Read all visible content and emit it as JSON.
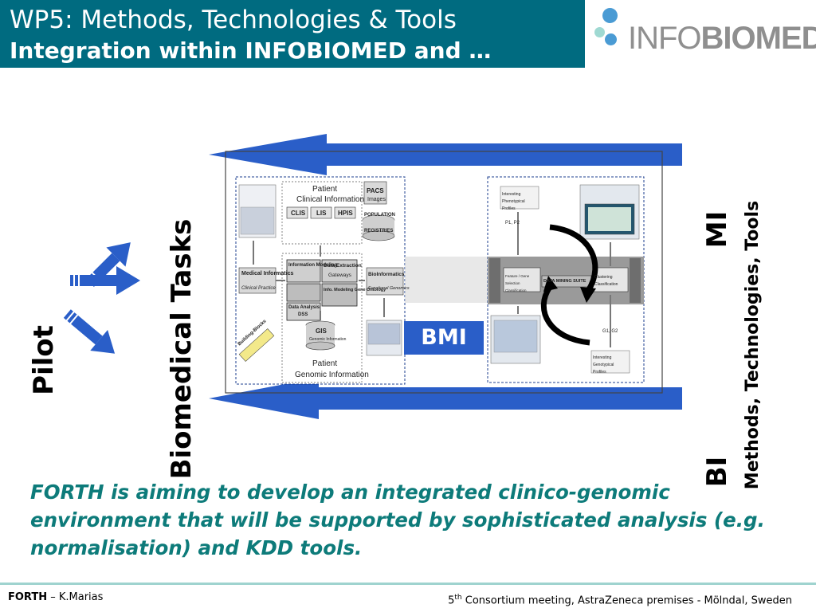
{
  "header": {
    "title_line1": "WP5: Methods, Technologies & Tools",
    "title_line2": "Integration within INFOBIOMED and …"
  },
  "logo": {
    "text_light": "INFO",
    "text_bold": "BIOMED",
    "dot_colors": [
      "#4a9bd4",
      "#9fd9d2",
      "#4a9bd4"
    ]
  },
  "labels": {
    "pilot": "Pilot",
    "biomedical_tasks": "Biomedical Tasks",
    "mi": "MI",
    "bi": "BI",
    "methods": "Methods, Technologies, Tools",
    "bmi": "BMI"
  },
  "diagram_left": {
    "patient_clinical": "Patient",
    "clinical_information": "Clinical Information",
    "clis": "CLIS",
    "lis": "LIS",
    "hpis": "HPIS",
    "pacs": "PACS",
    "images": "Images",
    "population": "POPULATION",
    "registries": "REGISTRIES",
    "medical_informatics": "Medical Informatics",
    "clinical_practice": "Clinical Practice",
    "information_modeling": "Information Modeling",
    "data_extraction": "Data Extraction",
    "gateways": "Gateways",
    "info_modeling_gene_ontology": "Info. Modeling Gene Ontology",
    "data_analysis": "Data Analysis",
    "dss": "DSS",
    "bioinformatics": "BioInformatics",
    "functional_genomics": "Functional Genomics",
    "gis": "GIS",
    "genomic_information_box": "Genomic Information",
    "building_blocks": "Building-Blocks",
    "patient_genomic": "Patient",
    "genomic_information": "Genomic Information"
  },
  "diagram_right": {
    "data_mining_suite": "DATA MINING SUITE",
    "feature_selection": "Feature / Gene Selection Classification",
    "clustering": "Clustering Classification",
    "interesting_pheno": "Interesting Phenotypical Profiles",
    "interesting_geno": "Interesting Genotypical Profiles",
    "p_labels": "P1, P2",
    "g_labels": "G1, G2"
  },
  "statement": "FORTH is aiming to develop an integrated clinico-genomic environment that will be supported by sophisticated analysis (e.g. normalisation) and KDD tools.",
  "footer": {
    "org": "FORTH",
    "author": " – K.Marias",
    "meeting_num": "5",
    "meeting_sup": "th",
    "meeting_rest": " Consortium meeting, AstraZeneca premises - Mölndal, Sweden"
  },
  "colors": {
    "title_bg": "#006b80",
    "arrow_blue": "#2a5ec8",
    "statement_teal": "#0d7b7a",
    "footer_line": "#9fd3cf"
  }
}
